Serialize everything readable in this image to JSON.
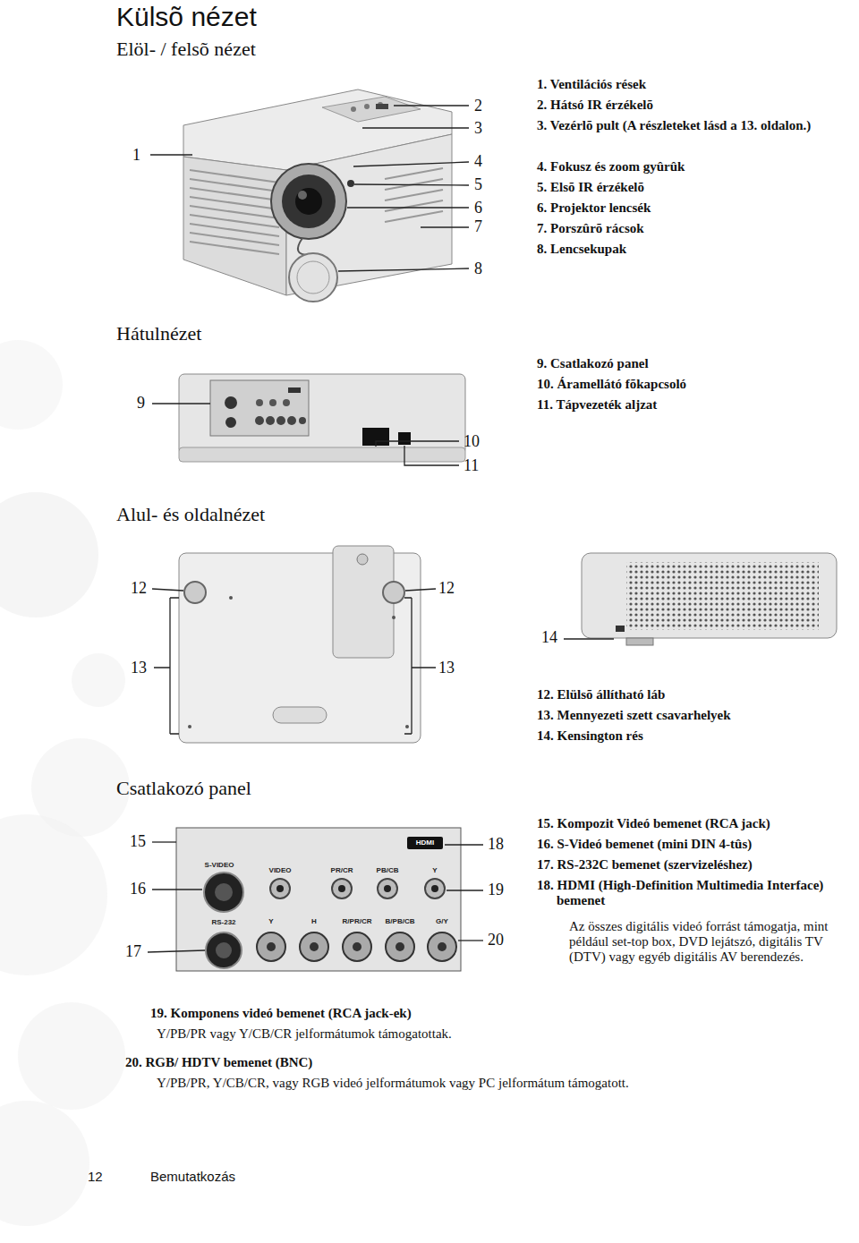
{
  "diagram": {
    "title": "Külsõ nézet",
    "labels": [
      "Elöl- / felsõ nézet",
      "1",
      "2",
      "3",
      "4",
      "5",
      "6",
      "7",
      "8",
      "1. Ventilációs rések",
      "2. Hátsó IR érzékelõ",
      "3. Vezérlõ pult (A részleteket lásd a 13. oldalon.)",
      "4. Fokusz és zoom gyûrûk",
      "5. Elsõ IR érzékelõ",
      "6. Projektor lencsék",
      "7. Porszûrõ rácsok",
      "8. Lencsekupak",
      "Hátulnézet",
      "9",
      "10",
      "11",
      "9. Csatlakozó panel",
      "10. Áramellátó fõkapcsoló",
      "11. Tápvezeték aljzat",
      "Alul- és oldalnézet",
      "12",
      "12",
      "13",
      "13",
      "14",
      "12. Elülsõ állítható láb",
      "13. Mennyezeti szett csavarhelyek",
      "14. Kensington rés",
      "Csatlakozó panel",
      "15",
      "16",
      "17",
      "18",
      "19",
      "20",
      "15. Kompozit Videó bemenet (RCA jack)",
      "16. S-Videó bemenet (mini DIN 4-tûs)",
      "17. RS-232C bemenet (szervizeléshez)",
      "18. HDMI (High-Definition Multimedia Interface) bemenet",
      "Az összes digitális videó forrást támogatja, mint például set-top box, DVD lejátszó, digitális TV (DTV) vagy egyéb digitális AV berendezés.",
      "19. Komponens videó bemenet (RCA jack-ek)",
      "Y/PB/PR vagy Y/CB/CR jelformátumok támogatottak.",
      "20. RGB/ HDTV bemenet (BNC)",
      "Y/PB/PR, Y/CB/CR, vagy RGB videó jelformátumok vagy PC jelformátum támogatott.",
      "12",
      "Bemutatkozás",
      "S-VIDEO",
      "VIDEO",
      "PR/CR",
      "PB/CB",
      "Y",
      "HDMI",
      "RS-232",
      "Y",
      "H",
      "R/PR/CR",
      "B/PB/CB",
      "G/Y"
    ]
  }
}
